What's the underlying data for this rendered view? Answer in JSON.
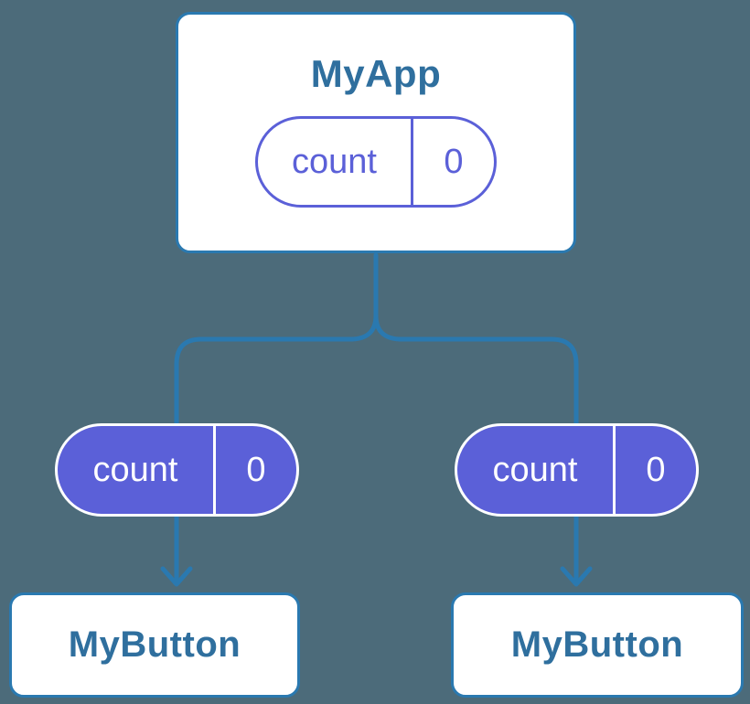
{
  "diagram": {
    "type": "component-tree",
    "nodes": {
      "root": {
        "label": "MyApp",
        "state": {
          "name": "count",
          "value": "0"
        },
        "state_style": "outline"
      },
      "left_child": {
        "label": "MyButton",
        "state": {
          "name": "count",
          "value": "0"
        },
        "state_style": "filled"
      },
      "right_child": {
        "label": "MyButton",
        "state": {
          "name": "count",
          "value": "0"
        },
        "state_style": "filled"
      }
    },
    "edges": [
      {
        "from": "root",
        "to": "left_child",
        "via": "state-pill",
        "arrow": true
      },
      {
        "from": "root",
        "to": "right_child",
        "via": "state-pill",
        "arrow": true
      }
    ]
  },
  "colors": {
    "background": "#4C6B7A",
    "connector_blue": "#2A79B0",
    "heading_text": "#2F6F9E",
    "state_purple": "#5B60D8",
    "node_background": "#FFFFFF",
    "state_text_on_purple": "#FFFFFF"
  }
}
